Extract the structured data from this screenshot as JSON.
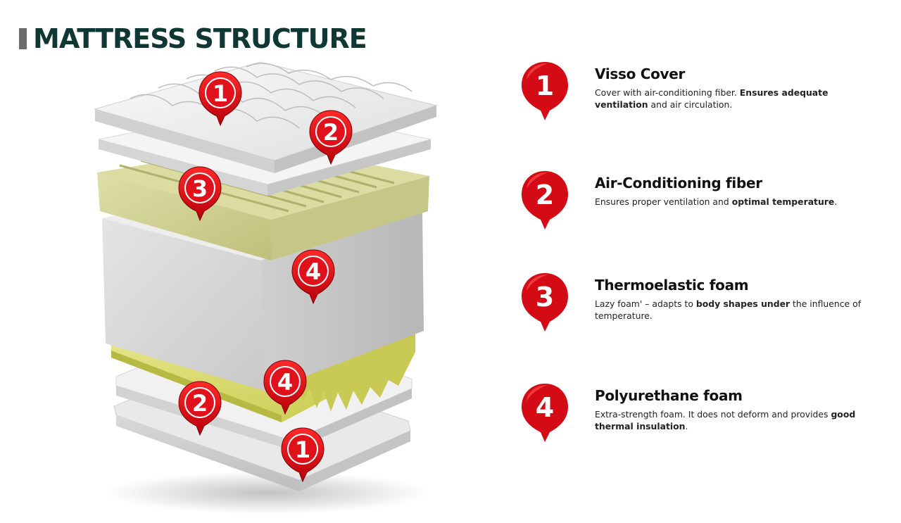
{
  "header": {
    "title": "MATTRESS STRUCTURE"
  },
  "colors": {
    "title": "#0f3733",
    "bar": "#6b6b6b",
    "pin": "#d40b14",
    "pin_dark": "#8e0007",
    "foam_yellow": "#d6d97a",
    "foam_green": "#cfd08f"
  },
  "diagram_badges": [
    "1",
    "2",
    "3",
    "4",
    "4",
    "2",
    "1"
  ],
  "legend": [
    {
      "number": "1",
      "title": "Visso Cover",
      "desc": [
        {
          "text": "Cover with air-conditioning fiber. ",
          "bold": false
        },
        {
          "text": "Ensures adequate ventilation",
          "bold": true
        },
        {
          "text": " and air circulation.",
          "bold": false
        }
      ]
    },
    {
      "number": "2",
      "title": "Air-Conditioning fiber",
      "desc": [
        {
          "text": "Ensures proper ventilation and ",
          "bold": false
        },
        {
          "text": "optimal temperature",
          "bold": true
        },
        {
          "text": ".",
          "bold": false
        }
      ]
    },
    {
      "number": "3",
      "title": "Thermoelastic foam",
      "desc": [
        {
          "text": "Lazy foam' – adapts to ",
          "bold": false
        },
        {
          "text": "body shapes under",
          "bold": true
        },
        {
          "text": " the influence of temperature.",
          "bold": false
        }
      ]
    },
    {
      "number": "4",
      "title": "Polyurethane foam",
      "desc": [
        {
          "text": "Extra-strength foam. It does not deform and provides ",
          "bold": false
        },
        {
          "text": "good thermal insulation",
          "bold": true
        },
        {
          "text": ".",
          "bold": false
        }
      ]
    }
  ]
}
